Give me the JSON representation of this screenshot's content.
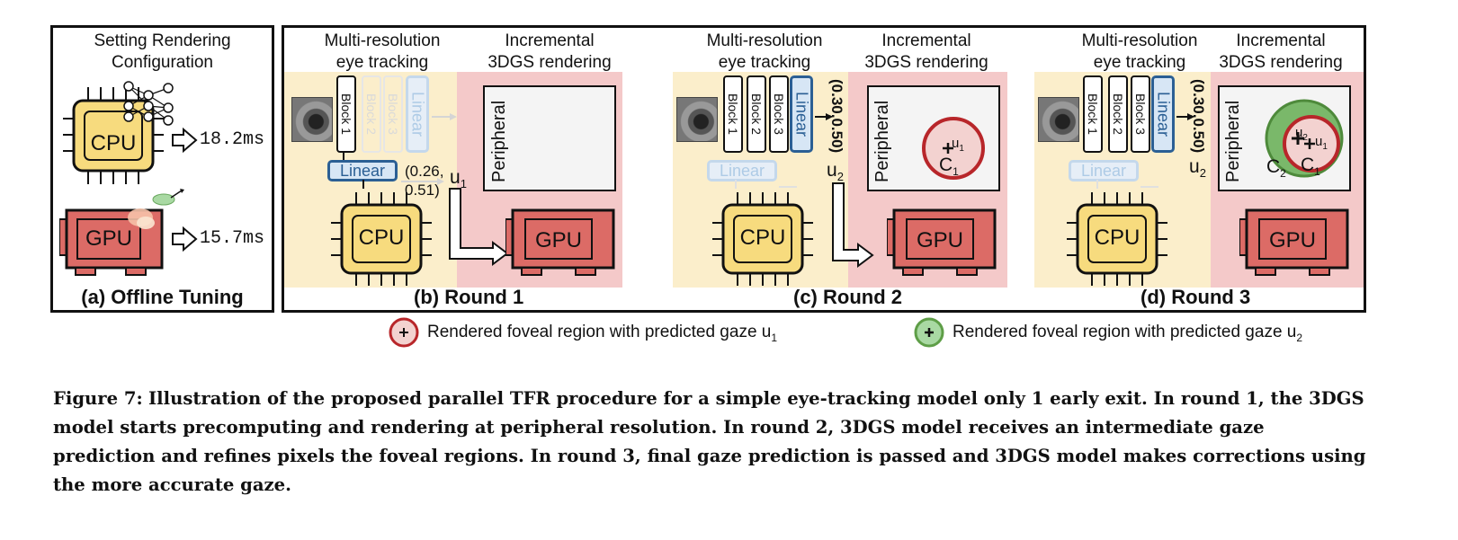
{
  "panels": {
    "a": {
      "heading": "Setting Rendering Configuration",
      "heading_l1": "Setting Rendering",
      "heading_l2": "Configuration",
      "cpu_label": "CPU",
      "gpu_label": "GPU",
      "cpu_time": "18.2ms",
      "gpu_time": "15.7ms",
      "label": "(a) Offline Tuning"
    },
    "b": {
      "left_l1": "Multi-resolution",
      "left_l2": "eye tracking",
      "right_l1": "Incremental",
      "right_l2": "3DGS rendering",
      "blocks": [
        "Block 1",
        "Block 2",
        "Block 3"
      ],
      "linear": "Linear",
      "coords": "(0.26, 0.51)",
      "coords_l1": "(0.26,",
      "coords_l2": "0.51)",
      "u_label": "u",
      "u_sub": "1",
      "peripheral": "Peripheral",
      "cpu_label": "CPU",
      "gpu_label": "GPU",
      "label": "(b) Round 1"
    },
    "c": {
      "left_l1": "Multi-resolution",
      "left_l2": "eye tracking",
      "right_l1": "Incremental",
      "right_l2": "3DGS rendering",
      "blocks": [
        "Block 1",
        "Block 2",
        "Block 3"
      ],
      "linear": "Linear",
      "coords": "(0.30,0.50)",
      "u_label": "u",
      "u_sub": "2",
      "peripheral": "Peripheral",
      "circle_u": "u",
      "circle_u_sub": "1",
      "circle_c": "C",
      "circle_c_sub": "1",
      "cpu_label": "CPU",
      "gpu_label": "GPU",
      "label": "(c) Round 2"
    },
    "d": {
      "left_l1": "Multi-resolution",
      "left_l2": "eye tracking",
      "right_l1": "Incremental",
      "right_l2": "3DGS rendering",
      "blocks": [
        "Block 1",
        "Block 2",
        "Block 3"
      ],
      "linear": "Linear",
      "coords": "(0.30,0.50)",
      "u_label": "u",
      "u_sub": "2",
      "peripheral": "Peripheral",
      "u2": "u",
      "u2_sub": "2",
      "u1": "u",
      "u1_sub": "1",
      "c2": "C",
      "c2_sub": "2",
      "c1": "C",
      "c1_sub": "1",
      "cpu_label": "CPU",
      "gpu_label": "GPU",
      "label": "(d) Round 3"
    }
  },
  "legend": {
    "red_text": "Rendered foveal region with predicted gaze u",
    "red_sub": "1",
    "green_text": "Rendered foveal region with predicted gaze u",
    "green_sub": "2"
  },
  "caption": {
    "lead": "Figure 7:",
    "body": "Illustration of the proposed parallel TFR procedure for a simple eye-tracking model only 1 early exit. In round 1, the 3DGS model starts precomputing and rendering at peripheral resolution. In round 2, 3DGS model receives an intermediate gaze prediction and refines pixels the foveal regions. In round 3, final gaze prediction is passed and 3DGS model makes corrections using the more accurate gaze."
  },
  "colors": {
    "cpu_fill": "#f7db7e",
    "gpu_fill": "#dc6b66",
    "yellow_bg": "#fbeecb",
    "pink_bg": "#f4c9c9",
    "linear_blue": "#2b5f94",
    "red_circle": "#b8262a",
    "green_circle": "#5e9e47"
  }
}
